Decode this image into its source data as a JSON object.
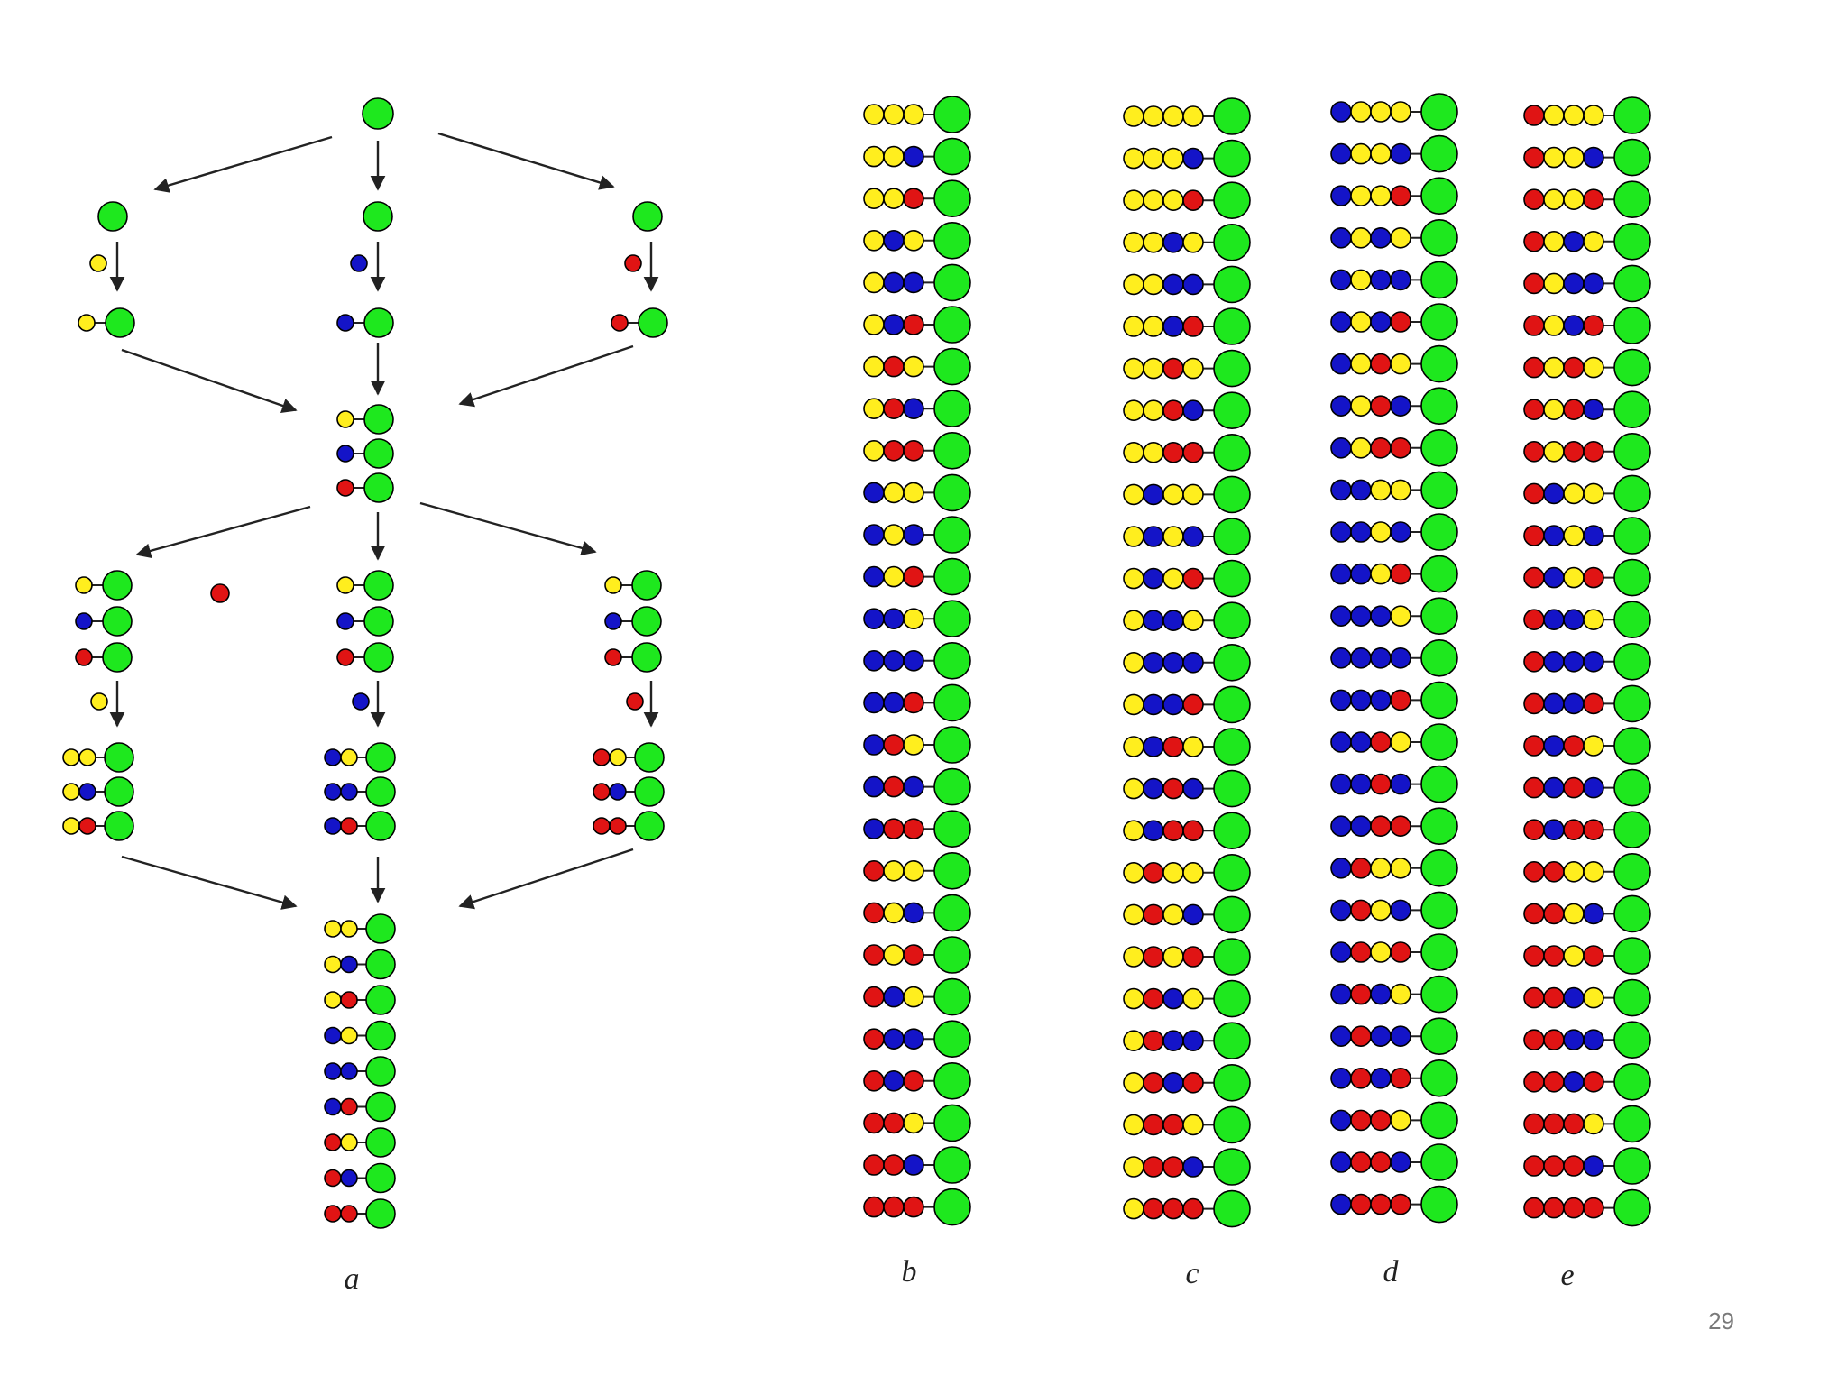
{
  "colors": {
    "g": "#1ee81e",
    "y": "#ffee1e",
    "b": "#1414c8",
    "r": "#e01414",
    "outline": "#000000",
    "arrow": "#222222"
  },
  "labels": {
    "panel_a": "a",
    "panel_b": "b",
    "panel_c": "c",
    "panel_d": "d",
    "panel_e": "e"
  },
  "slide_number": "29",
  "panel_a": {
    "stage0_root": "g",
    "stage1_free_monomers": [
      "y",
      "b",
      "r"
    ],
    "stage1_products": [
      "y",
      "b",
      "r"
    ],
    "stage2_pool": [
      "y",
      "b",
      "r"
    ],
    "stage2_free_monomer": "r",
    "stage3_added_monomers": [
      "y",
      "b",
      "r"
    ],
    "stage3_left": [
      "yy",
      "yb",
      "yr"
    ],
    "stage3_mid": [
      "by",
      "bb",
      "br"
    ],
    "stage3_right": [
      "ry",
      "rb",
      "rr"
    ],
    "final_pool": [
      "yy",
      "yb",
      "yr",
      "by",
      "bb",
      "br",
      "ry",
      "rb",
      "rr"
    ]
  },
  "panel_b": [
    "yyy",
    "yyb",
    "yyr",
    "yby",
    "ybb",
    "ybr",
    "yry",
    "yrb",
    "yrr",
    "byy",
    "byb",
    "byr",
    "bby",
    "bbb",
    "bbr",
    "bry",
    "brb",
    "brr",
    "ryy",
    "ryb",
    "ryr",
    "rby",
    "rbb",
    "rbr",
    "rry",
    "rrb",
    "rrr"
  ],
  "panel_c": [
    "yyyy",
    "yyyb",
    "yyyr",
    "yyby",
    "yybb",
    "yybr",
    "yyry",
    "yyrb",
    "yyrr",
    "ybyy",
    "ybyb",
    "ybyr",
    "ybby",
    "ybbb",
    "ybbr",
    "ybry",
    "ybrb",
    "ybrr",
    "yryy",
    "yryb",
    "yryr",
    "yrby",
    "yrbb",
    "yrbr",
    "yrry",
    "yrrb",
    "yrrr"
  ],
  "panel_d": [
    "byyy",
    "byyb",
    "byyr",
    "byby",
    "bybb",
    "bybr",
    "byry",
    "byrb",
    "byrr",
    "bbyy",
    "bbyb",
    "bbyr",
    "bbby",
    "bbbb",
    "bbbr",
    "bbry",
    "bbrb",
    "bbrr",
    "bryy",
    "bryb",
    "bryr",
    "brby",
    "brbb",
    "brbr",
    "brry",
    "brrb",
    "brrr"
  ],
  "panel_e": [
    "ryyy",
    "ryyb",
    "ryyr",
    "ryby",
    "rybb",
    "rybr",
    "ryry",
    "ryrb",
    "ryrr",
    "rbyy",
    "rbyb",
    "rbyr",
    "rbby",
    "rbbb",
    "rbbr",
    "rbry",
    "rbrb",
    "rbrr",
    "rryy",
    "rryb",
    "rryr",
    "rrby",
    "rrbb",
    "rrbr",
    "rrry",
    "rrrb",
    "rrrr"
  ]
}
